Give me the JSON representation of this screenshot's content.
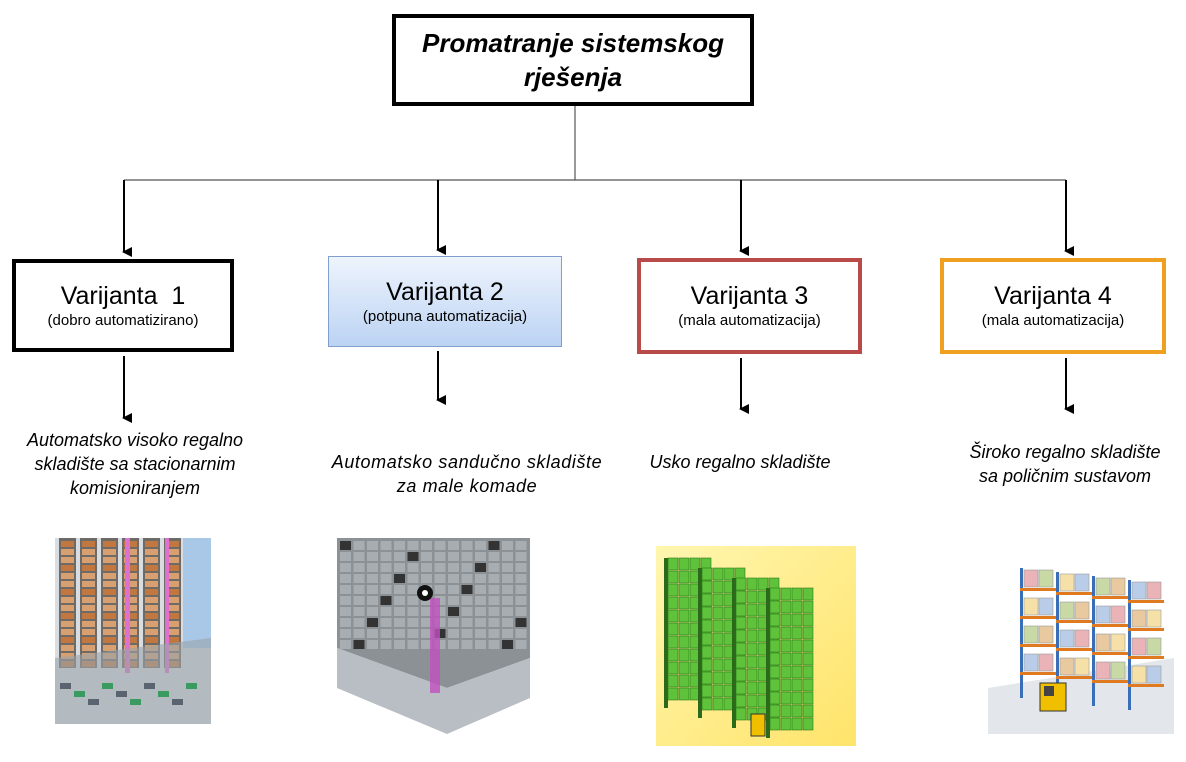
{
  "root": {
    "title": "Promatranje sistemskog rješenja"
  },
  "variants": [
    {
      "title": "Varijanta  1",
      "subtitle": "(dobro automatizirano)",
      "description": "Automatsko visoko regalno skladište sa stacionarnim komisioniranjem",
      "image": "high-bay-warehouse-illustration"
    },
    {
      "title": "Varijanta 2",
      "subtitle": "(potpuna automatizacija)",
      "description": "Automatsko sandučno skladište za male komade",
      "image": "small-parts-warehouse-illustration"
    },
    {
      "title": "Varijanta 3",
      "subtitle": "(mala automatizacija)",
      "description": "Usko regalno skladište",
      "image": "narrow-aisle-rack-illustration"
    },
    {
      "title": "Varijanta 4",
      "subtitle": "(mala automatizacija)",
      "description": "Široko regalno skladište sa poličnim sustavom",
      "image": "wide-aisle-shelving-illustration"
    }
  ],
  "colors": {
    "v1_border": "#000000",
    "v2_fill": "#c8dbf5",
    "v3_border": "#b94a4a",
    "v4_border": "#f0a020"
  }
}
